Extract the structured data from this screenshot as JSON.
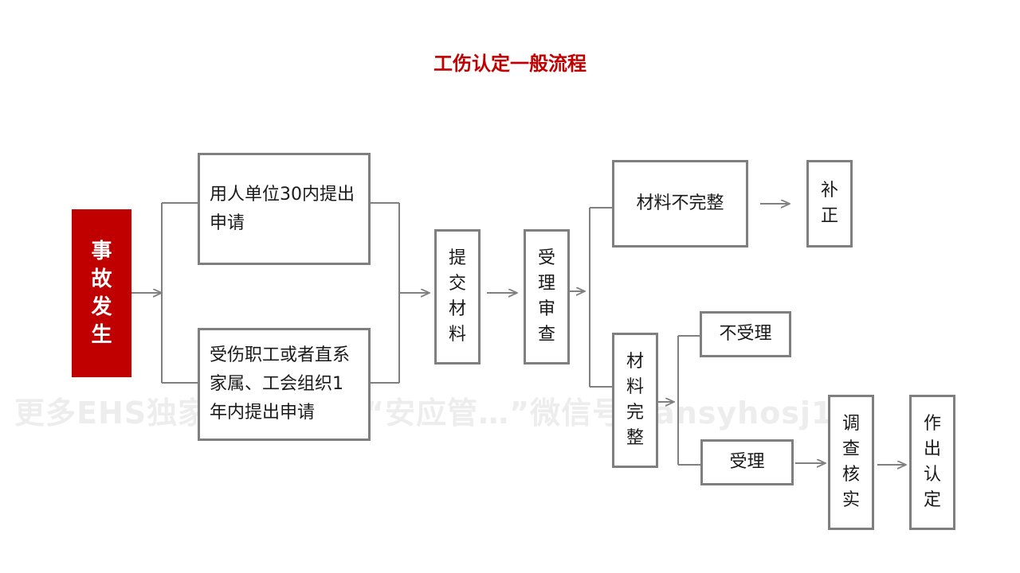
{
  "title": "工伤认定一般流程",
  "watermark": "更多EHS独家…，请咨询“安应管…”微信号：ansyhosj1",
  "nodes": {
    "accident": "事故发生",
    "employer_apply": "用人单位30内提出申请",
    "worker_apply": "受伤职工或者直系家属、工会组织1年内提出申请",
    "submit_materials": "提交材料",
    "review": "受理审查",
    "incomplete": "材料不完整",
    "supplement": "补正",
    "complete": "材料完整",
    "not_accepted": "不受理",
    "accepted": "受理",
    "investigate": "调查核实",
    "decision": "作出认定"
  },
  "colors": {
    "accent": "#c00000",
    "border": "#7f7f7f",
    "connector": "#808080"
  }
}
